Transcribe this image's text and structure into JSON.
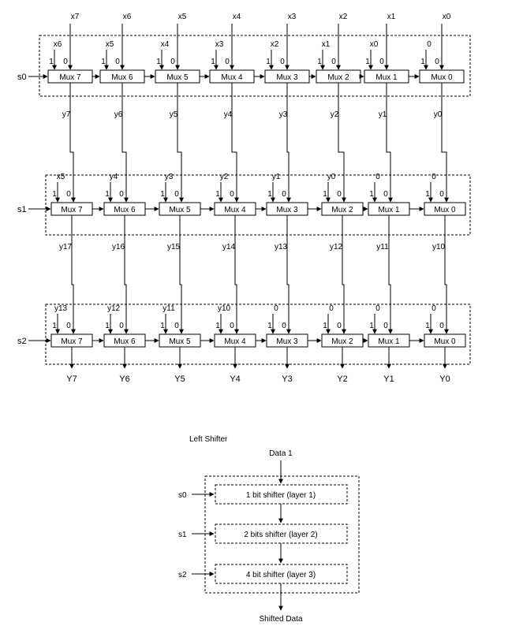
{
  "shifter_stages": [
    {
      "select": "s0",
      "top_inputs": [
        "x7",
        "x6",
        "x5",
        "x4",
        "x3",
        "x2",
        "x1",
        "x0"
      ],
      "side_inputs": [
        "x6",
        "x5",
        "x4",
        "x3",
        "x2",
        "x1",
        "x0",
        "0"
      ],
      "mux_labels": [
        "Mux 7",
        "Mux 6",
        "Mux 5",
        "Mux 4",
        "Mux 3",
        "Mux 2",
        "Mux 1",
        "Mux 0"
      ],
      "outputs": [
        "y7",
        "y6",
        "y5",
        "y4",
        "y3",
        "y2",
        "y1",
        "y0"
      ]
    },
    {
      "select": "s1",
      "side_inputs": [
        "x5",
        "y4",
        "y3",
        "y2",
        "y1",
        "y0",
        "0",
        "0"
      ],
      "mux_labels": [
        "Mux 7",
        "Mux 6",
        "Mux 5",
        "Mux 4",
        "Mux 3",
        "Mux 2",
        "Mux 1",
        "Mux 0"
      ],
      "outputs": [
        "y17",
        "y16",
        "y15",
        "y14",
        "y13",
        "y12",
        "y11",
        "y10"
      ]
    },
    {
      "select": "s2",
      "side_inputs": [
        "y13",
        "y12",
        "y11",
        "y10",
        "0",
        "0",
        "0",
        "0"
      ],
      "mux_labels": [
        "Mux 7",
        "Mux 6",
        "Mux 5",
        "Mux 4",
        "Mux 3",
        "Mux 2",
        "Mux 1",
        "Mux 0"
      ],
      "outputs": [
        "Y7",
        "Y6",
        "Y5",
        "Y4",
        "Y3",
        "Y2",
        "Y1",
        "Y0"
      ]
    }
  ],
  "mux_select_labels": [
    "1",
    "0"
  ],
  "block_diagram": {
    "title": "Left Shifter",
    "input": "Data 1",
    "output": "Shifted Data",
    "layers": [
      {
        "select": "s0",
        "label": "1 bit shifter (layer 1)"
      },
      {
        "select": "s1",
        "label": "2 bits shifter (layer 2)"
      },
      {
        "select": "s2",
        "label": "4 bit shifter (layer 3)"
      }
    ]
  }
}
